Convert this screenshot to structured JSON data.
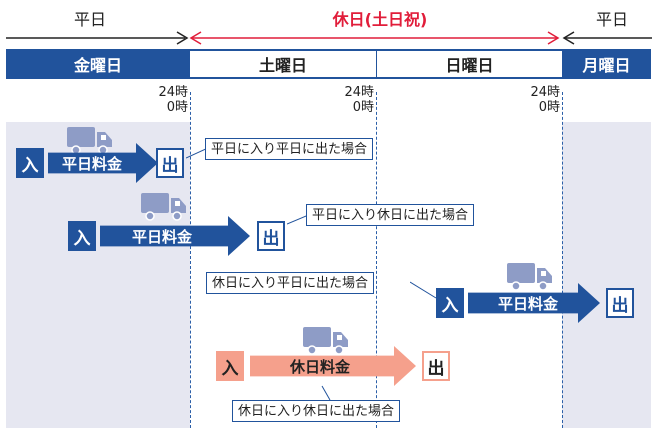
{
  "header": {
    "left_label": "平日",
    "center_label": "休日(土日祝)",
    "right_label": "平日"
  },
  "days": [
    "金曜日",
    "土曜日",
    "日曜日",
    "月曜日"
  ],
  "times": [
    {
      "hour": "24時",
      "zero": "0時"
    },
    {
      "hour": "24時",
      "zero": "0時"
    },
    {
      "hour": "24時",
      "zero": "0時"
    }
  ],
  "badges": {
    "in": "入",
    "out": "出"
  },
  "cases": [
    {
      "fee": "平日料金",
      "note": "平日に入り平日に出た場合"
    },
    {
      "fee": "平日料金",
      "note": "平日に入り休日に出た場合"
    },
    {
      "fee": "平日料金",
      "note": "休日に入り平日に出た場合"
    },
    {
      "fee": "休日料金",
      "note": "休日に入り休日に出た場合"
    }
  ],
  "colors": {
    "weekday_blue": "#21539c",
    "holiday_red": "#e11d3a",
    "holiday_fee_pink": "#f5a08c",
    "weekday_zone": "#e6e7f1",
    "truck": "#8e9cc6"
  },
  "icons": [
    "truck-icon"
  ]
}
